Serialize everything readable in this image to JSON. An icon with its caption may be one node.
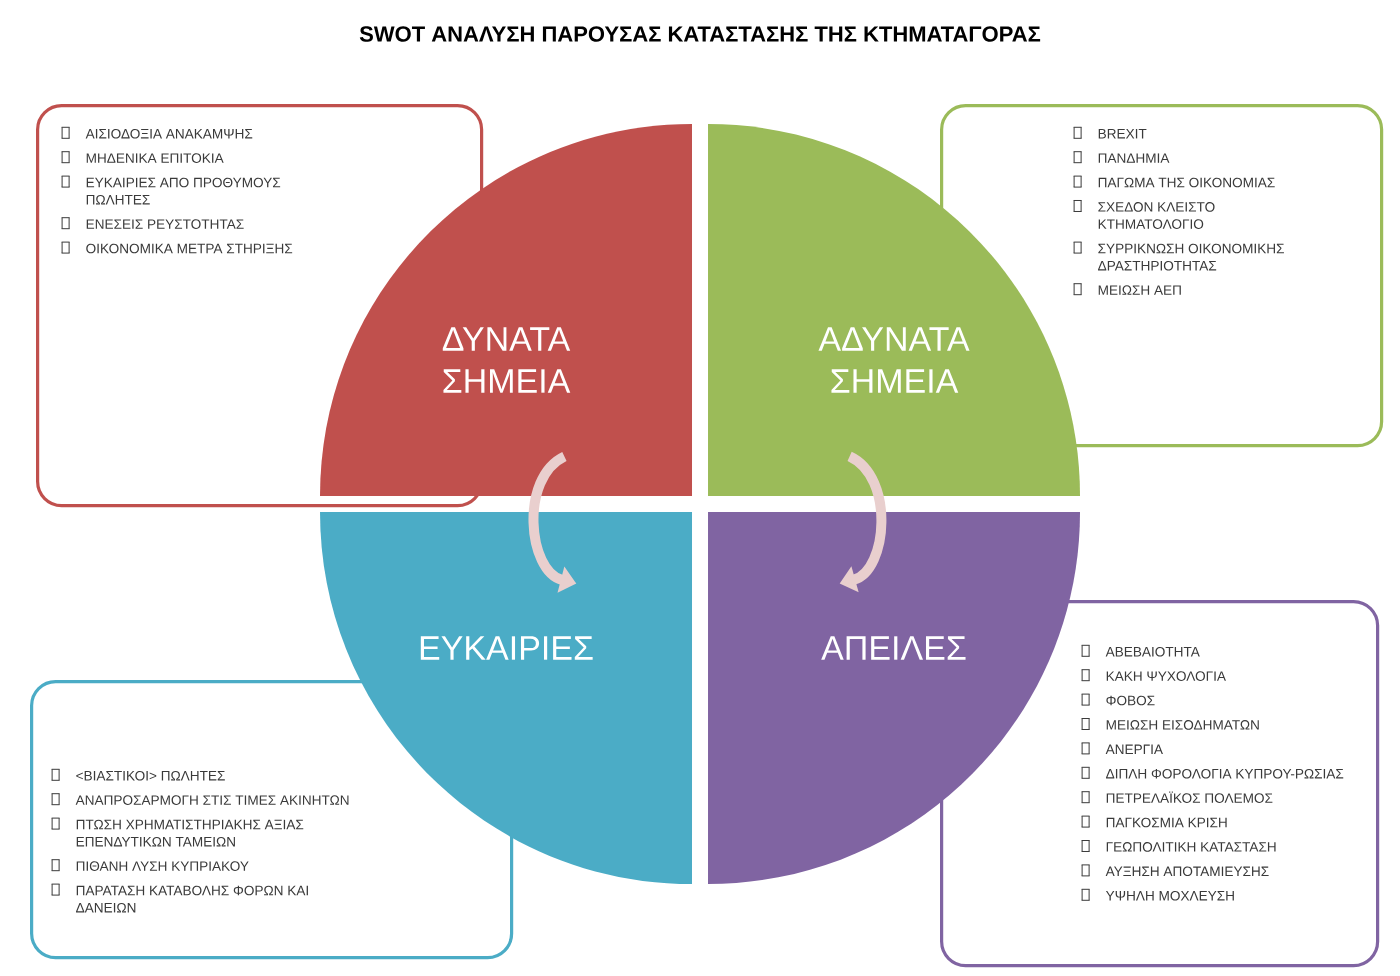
{
  "diagram": {
    "title": "SWOT ΑΝΑΛΥΣΗ ΠΑΡΟΥΣΑΣ ΚΑΤΑΣΤΑΣΗΣ ΤΗΣ ΚΤΗΜΑΤΑΓΟΡΑΣ",
    "nodes": [
      {
        "text": [
          "ΑΙΣΙΟΔΟΞΙΑ ΑΝΑΚΑΜΨΗΣ",
          "ΜΗΔΕΝΙΚΑ ΕΠΙΤΟΚΙΑ",
          "ΕΥΚΑΙΡΙΕΣ ΑΠΟ ΠΡΟΘΥΜΟΥΣ ΠΩΛΗΤΕΣ",
          "ΕΝΕΣΕΙΣ ΡΕΥΣΤΟΤΗΤΑΣ",
          "ΟΙΚΟΝΟΜΙΚΑ ΜΕΤΡΑ ΣΤΗΡΙΞΗΣ"
        ]
      },
      {
        "text": [
          "BREXIT",
          "ΠΑΝΔΗΜΙΑ",
          "ΠΑΓΩΜΑ ΤΗΣ ΟΙΚΟΝΟΜΙΑΣ",
          "ΣΧΕΔΟΝ ΚΛΕΙΣΤΟ ΚΤΗΜΑΤΟΛΟΓΙΟ",
          "ΣΥΡΡΙΚΝΩΣΗ ΟΙΚΟΝΟΜΙΚΗΣ ΔΡΑΣΤΗΡΙΟΤΗΤΑΣ",
          "ΜΕΙΩΣΗ ΑΕΠ"
        ]
      },
      {
        "text": [
          "ΔΥΝΑΤΑ ΣΗΜΕΙΑ"
        ]
      },
      {
        "text": [
          "ΑΔΥΝΑΤΑ ΣΗΜΕΙΑ"
        ]
      },
      {
        "text": [
          "ΕΥΚΑΙΡΙΕΣ"
        ]
      },
      {
        "text": [
          "ΑΠΕΙΛΕΣ"
        ]
      },
      {
        "text": [
          "<ΒΙΑΣΤΙΚΟΙ> ΠΩΛΗΤΕΣ",
          "ΑΝΑΠΡΟΣΑΡΜΟΓΗ ΣΤΙΣ ΤΙΜΕΣ ΑΚΙΝΗΤΩΝ",
          "ΠΤΩΣΗ ΧΡΗΜΑΤΙΣΤΗΡΙΑΚΗΣ ΑΞΙΑΣ ΕΠΕΝΔΥΤΙΚΩΝ ΤΑΜΕΙΩΝ",
          "ΠΙΘΑΝΗ ΛΥΣΗ ΚΥΠΡΙΑΚΟΥ",
          "ΠΑΡΑΤΑΣΗ ΚΑΤΑΒΟΛΗΣ ΦΟΡΩΝ ΚΑΙ ΔΑΝΕΙΩΝ"
        ]
      },
      {
        "text": [
          "ΑΒΕΒΑΙΟΤΗΤΑ",
          "ΚΑΚΗ ΨΥΧΟΛΟΓΙΑ",
          "ΦΟΒΟΣ",
          "ΜΕΙΩΣΗ ΕΙΣΟΔΗΜΑΤΩΝ",
          "ΑΝΕΡΓΙΑ",
          "ΔΙΠΛΗ ΦΟΡΟΛΟΓΙΑ ΚΥΠΡΟΥ-ΡΩΣΙΑΣ",
          "ΠΕΤΡΕΛΑΪΚΟΣ ΠΟΛΕΜΟΣ",
          "ΠΑΓΚΟΣΜΙΑ ΚΡΙΣΗ",
          "ΓΕΩΠΟΛΙΤΙΚΗ ΚΑΤΑΣΤΑΣΗ",
          "ΑΥΞΗΣΗ ΑΠΟΤΑΜΙΕΥΣΗΣ",
          "ΥΨΗΛΗ ΜΟΧΛΕΥΣΗ"
        ]
      }
    ],
    "edges": [
      {
        "from": 2,
        "to": 4,
        "arrow": "to"
      },
      {
        "from": 3,
        "to": 5,
        "arrow": "to"
      }
    ]
  }
}
